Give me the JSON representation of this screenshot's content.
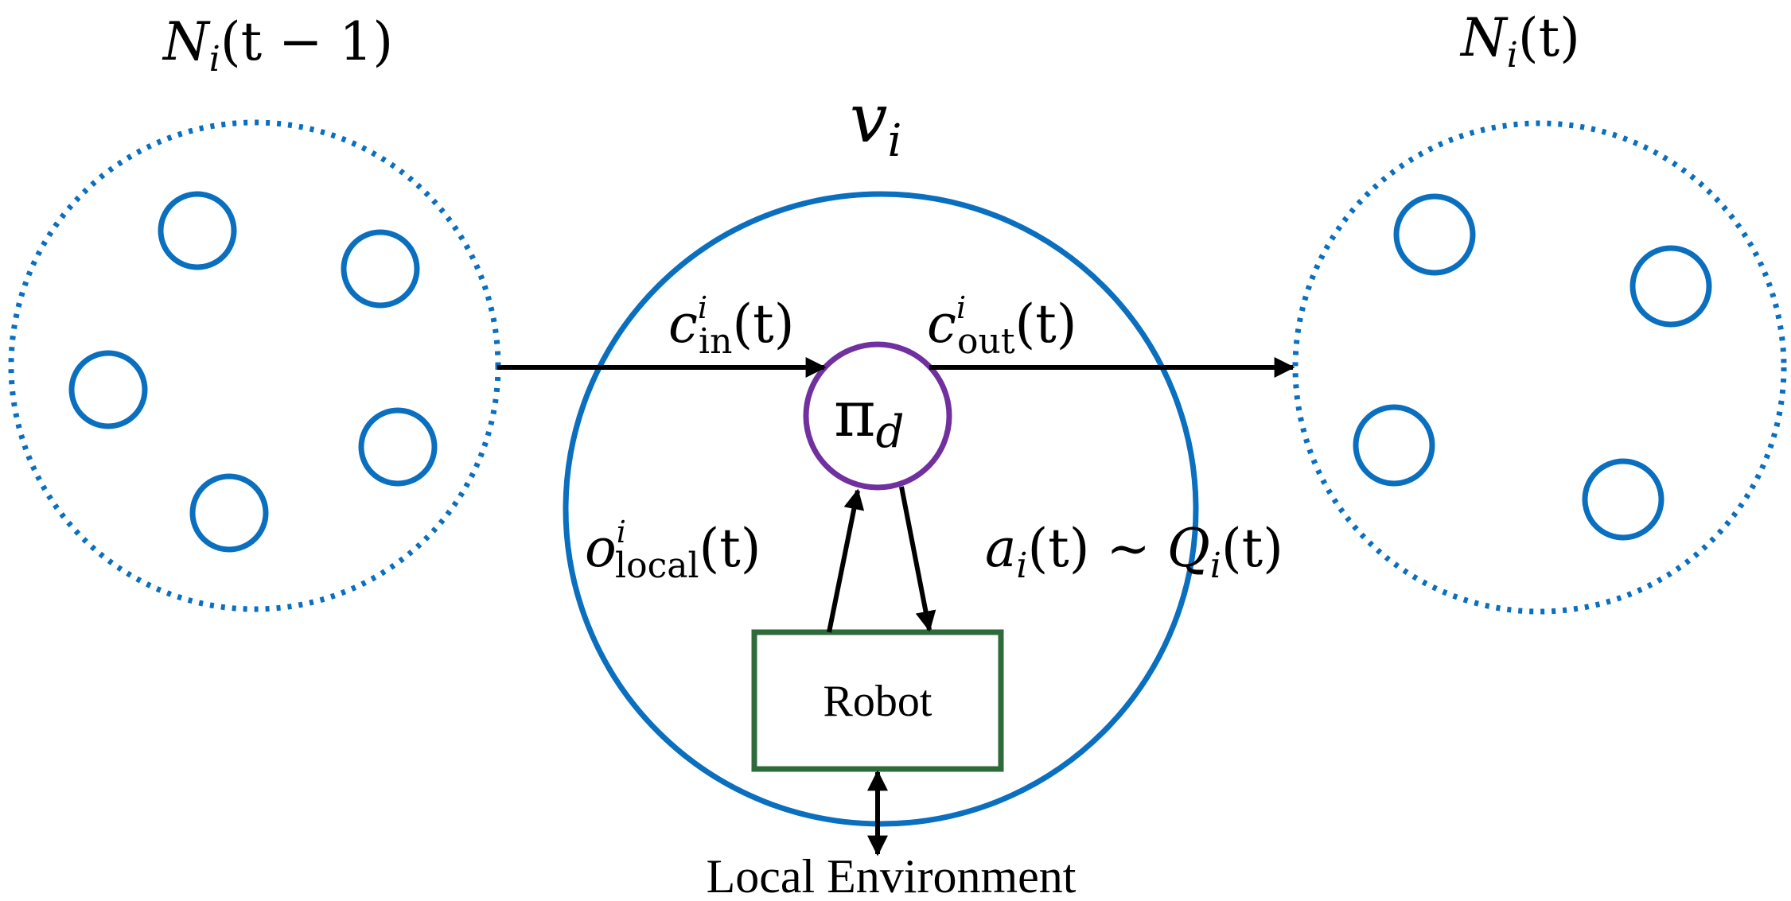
{
  "colors": {
    "blue": "#0a6fbf",
    "purple": "#7030a0",
    "green": "#2e6b3a",
    "black": "#000000"
  },
  "labels": {
    "prev_neighbors": {
      "base": "N",
      "sub": "i",
      "args": "(t − 1)"
    },
    "curr_neighbors": {
      "base": "N",
      "sub": "i",
      "args": "(t)"
    },
    "node": {
      "base": "v",
      "sub": "i"
    },
    "policy": {
      "base": "π",
      "sub": "d"
    },
    "c_in": {
      "base": "c",
      "sup": "i",
      "sub": "in",
      "args": "(t)"
    },
    "c_out": {
      "base": "c",
      "sup": "i",
      "sub": "out",
      "args": "(t)"
    },
    "o_local": {
      "base": "o",
      "sup": "i",
      "sub": "local",
      "args": "(t)"
    },
    "action": {
      "base": "a",
      "sub": "i",
      "args": "(t) ∼ ",
      "base2": "Q",
      "sub2": "i",
      "args2": "(t)"
    },
    "robot": "Robot",
    "environment": "Local Environment"
  }
}
